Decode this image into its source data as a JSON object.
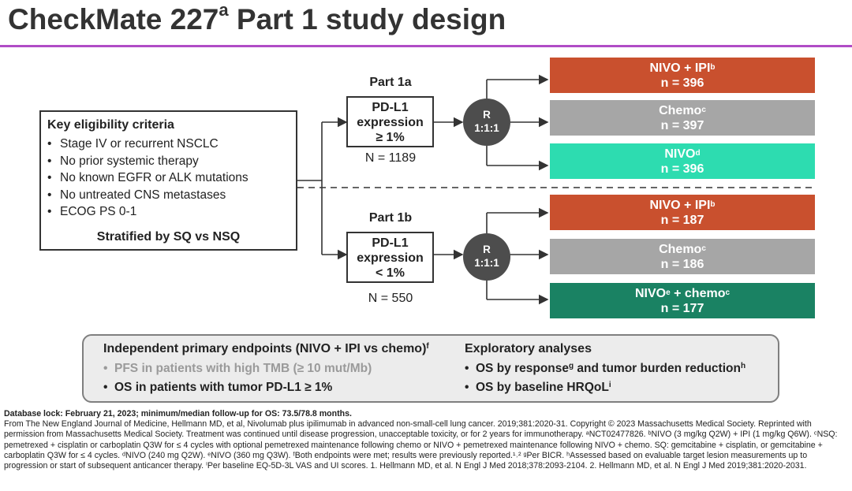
{
  "title": {
    "main": "CheckMate 227",
    "sup": "a",
    "rest": " Part 1 study design"
  },
  "colors": {
    "rule": "#b04cc6",
    "nivo_ipi": "#c9502e",
    "chemo": "#a6a6a6",
    "nivo": "#2ddcb0",
    "nivo_chemo": "#1a8263",
    "randomize": "#4d4d4d"
  },
  "eligibility": {
    "heading": "Key eligibility criteria",
    "items": [
      "Stage IV or recurrent NSCLC",
      "No prior systemic therapy",
      "No known EGFR or ALK mutations",
      "No untreated CNS metastases",
      "ECOG PS 0-1"
    ],
    "stratification": "Stratified by SQ vs NSQ"
  },
  "part1a": {
    "label": "Part 1a",
    "box": [
      "PD-L1",
      "expression",
      "≥ 1%"
    ],
    "n": "N = 1189",
    "randomization": [
      "R",
      "1:1:1"
    ],
    "arms": [
      {
        "name": "NIVO + IPI",
        "sup": "b",
        "n": "n = 396"
      },
      {
        "name": "Chemo",
        "sup": "c",
        "n": "n = 397"
      },
      {
        "name": "NIVO",
        "sup": "d",
        "n": "n = 396"
      }
    ]
  },
  "part1b": {
    "label": "Part 1b",
    "box": [
      "PD-L1",
      "expression",
      "< 1%"
    ],
    "n": "N = 550",
    "randomization": [
      "R",
      "1:1:1"
    ],
    "arms": [
      {
        "name": "NIVO + IPI",
        "sup": "b",
        "n": "n = 187"
      },
      {
        "name": "Chemo",
        "sup": "c",
        "n": "n = 186"
      },
      {
        "name": "NIVO",
        "sup": "e",
        "suffix": " + chemo",
        "sup2": "c",
        "n": "n = 177"
      }
    ]
  },
  "endpoints": {
    "primary_heading": "Independent primary endpoints (NIVO + IPI vs chemo)",
    "primary_sup": "f",
    "primary_items": [
      "PFS in patients with high TMB (≥ 10 mut/Mb)",
      "OS in patients with tumor PD-L1 ≥ 1%"
    ],
    "exploratory_heading": "Exploratory analyses",
    "exploratory_items": [
      {
        "text": "OS by response",
        "sup": "g",
        "rest": " and tumor burden reduction",
        "sup2": "h"
      },
      {
        "text": "OS by baseline HRQoL",
        "sup": "i"
      }
    ]
  },
  "footnote": {
    "lock": "Database lock: February 21, 2023; minimum/median follow-up for OS: 73.5/78.8 months.",
    "body": "From The New England Journal of Medicine, Hellmann MD, et al, Nivolumab plus ipilimumab in advanced non-small-cell lung cancer. 2019;381:2020-31. Copyright © 2023 Massachusetts Medical Society. Reprinted with permission from Massachusetts Medical Society. Treatment was continued until disease progression, unacceptable toxicity, or for 2 years for immunotherapy. ᵃNCT02477826. ᵇNIVO (3 mg/kg Q2W) + IPI (1 mg/kg Q6W). ᶜNSQ: pemetrexed + cisplatin or carboplatin Q3W for ≤ 4 cycles with optional pemetrexed maintenance following chemo or NIVO + pemetrexed maintenance following NIVO + chemo. SQ: gemcitabine + cisplatin, or gemcitabine + carboplatin Q3W for ≤ 4 cycles. ᵈNIVO (240 mg Q2W). ᵉNIVO (360 mg Q3W). ᶠBoth endpoints were met; results were previously reported.¹˒² ᵍPer BICR. ʰAssessed based on evaluable target lesion measurements up to progression or start of subsequent anticancer therapy. ⁱPer baseline EQ-5D-3L VAS and UI scores. 1. Hellmann MD, et al. N Engl J Med 2018;378:2093-2104. 2. Hellmann MD, et al. N Engl J Med 2019;381:2020-2031."
  }
}
